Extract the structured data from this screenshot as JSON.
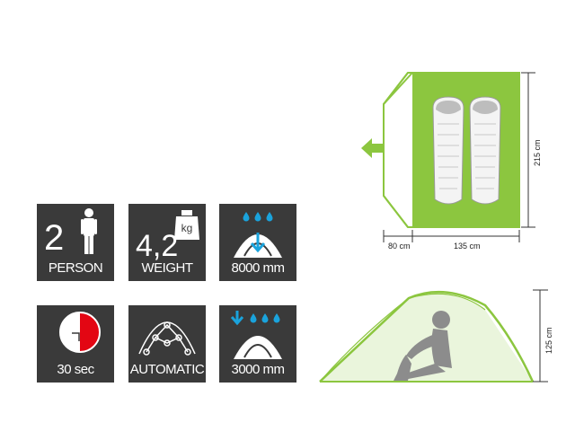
{
  "features": {
    "person": {
      "value": "2",
      "caption": "PERSON",
      "icon": "person-icon"
    },
    "weight": {
      "value": "4,2",
      "unit": "kg",
      "caption": "WEIGHT",
      "icon": "weight-icon"
    },
    "flysheet": {
      "caption": "8000 mm",
      "icon": "water-column-icon"
    },
    "setup": {
      "caption": "30 sec",
      "icon": "timer-icon"
    },
    "frame": {
      "caption": "AUTOMATIC",
      "icon": "automatic-frame-icon"
    },
    "floor": {
      "caption": "3000 mm",
      "icon": "floor-water-column-icon"
    }
  },
  "floorplan": {
    "width": "215 cm",
    "inner": "135 cm",
    "vestibule": "80 cm"
  },
  "sideview": {
    "height": "125 cm"
  },
  "colors": {
    "tile_bg": "#3a3a3a",
    "tent_green": "#8cc63f",
    "accent_blue": "#1aa3dc",
    "timer_red": "#e30613"
  }
}
